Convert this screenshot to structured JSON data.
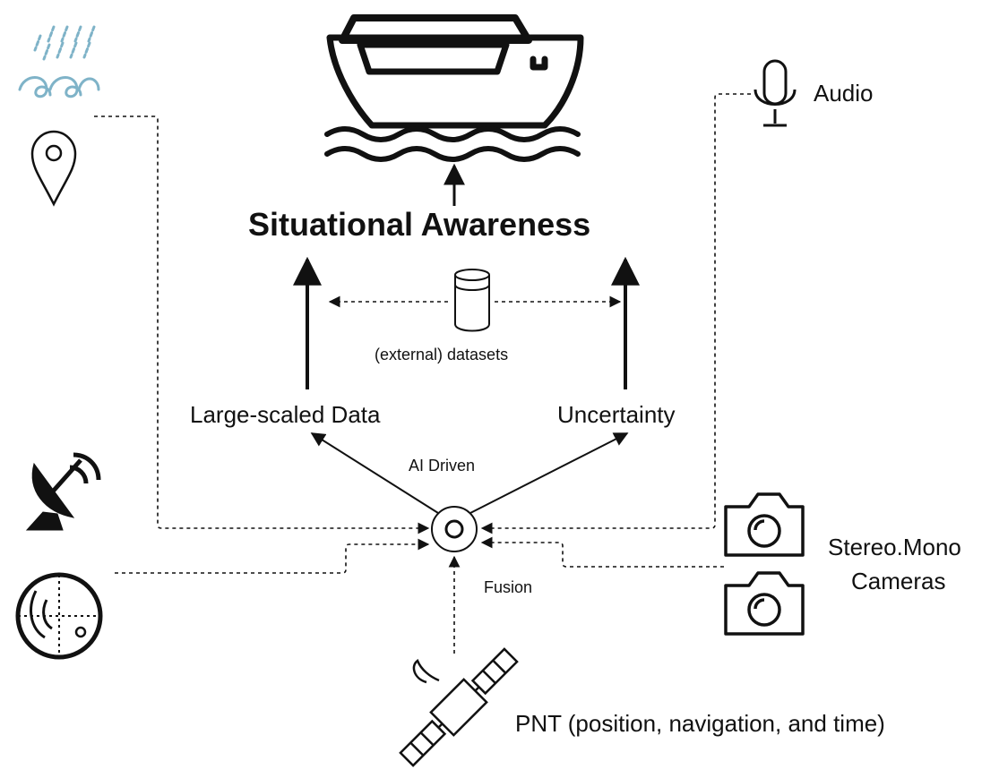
{
  "labels": {
    "title": "Situational Awareness",
    "audio": "Audio",
    "datasets": "(external) datasets",
    "large_data": "Large-scaled Data",
    "uncertainty": "Uncertainty",
    "ai_driven": "AI Driven",
    "fusion": "Fusion",
    "cameras_line1": "Stereo.Mono",
    "cameras_line2": "Cameras",
    "pnt": "PNT (position, navigation, and time)"
  },
  "icons": [
    "ship-icon",
    "weather-waves-icon",
    "location-pin-icon",
    "microphone-icon",
    "database-icon",
    "satellite-dish-icon",
    "radar-icon",
    "camera-icon",
    "satellite-icon",
    "fusion-node-icon"
  ],
  "colors": {
    "line": "#111111",
    "weather": "#7fb3c8"
  }
}
